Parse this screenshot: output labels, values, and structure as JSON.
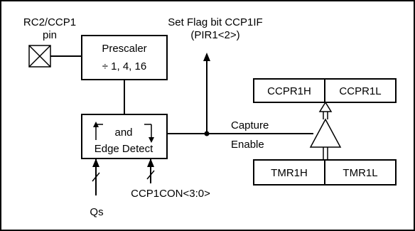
{
  "labels": {
    "pin_line1": "RC2/CCP1",
    "pin_line2": "pin",
    "flag_line1": "Set Flag bit CCP1IF",
    "flag_line2": "(PIR1<2>)",
    "prescaler_line1": "Prescaler",
    "prescaler_line2": "÷ 1, 4, 16",
    "edge_and": "and",
    "edge_detect": "Edge Detect",
    "capture_line1": "Capture",
    "capture_line2": "Enable",
    "ccpr1h": "CCPR1H",
    "ccpr1l": "CCPR1L",
    "tmr1h": "TMR1H",
    "tmr1l": "TMR1L",
    "qs": "Qs",
    "ccp1con": "CCP1CON<3:0>"
  }
}
